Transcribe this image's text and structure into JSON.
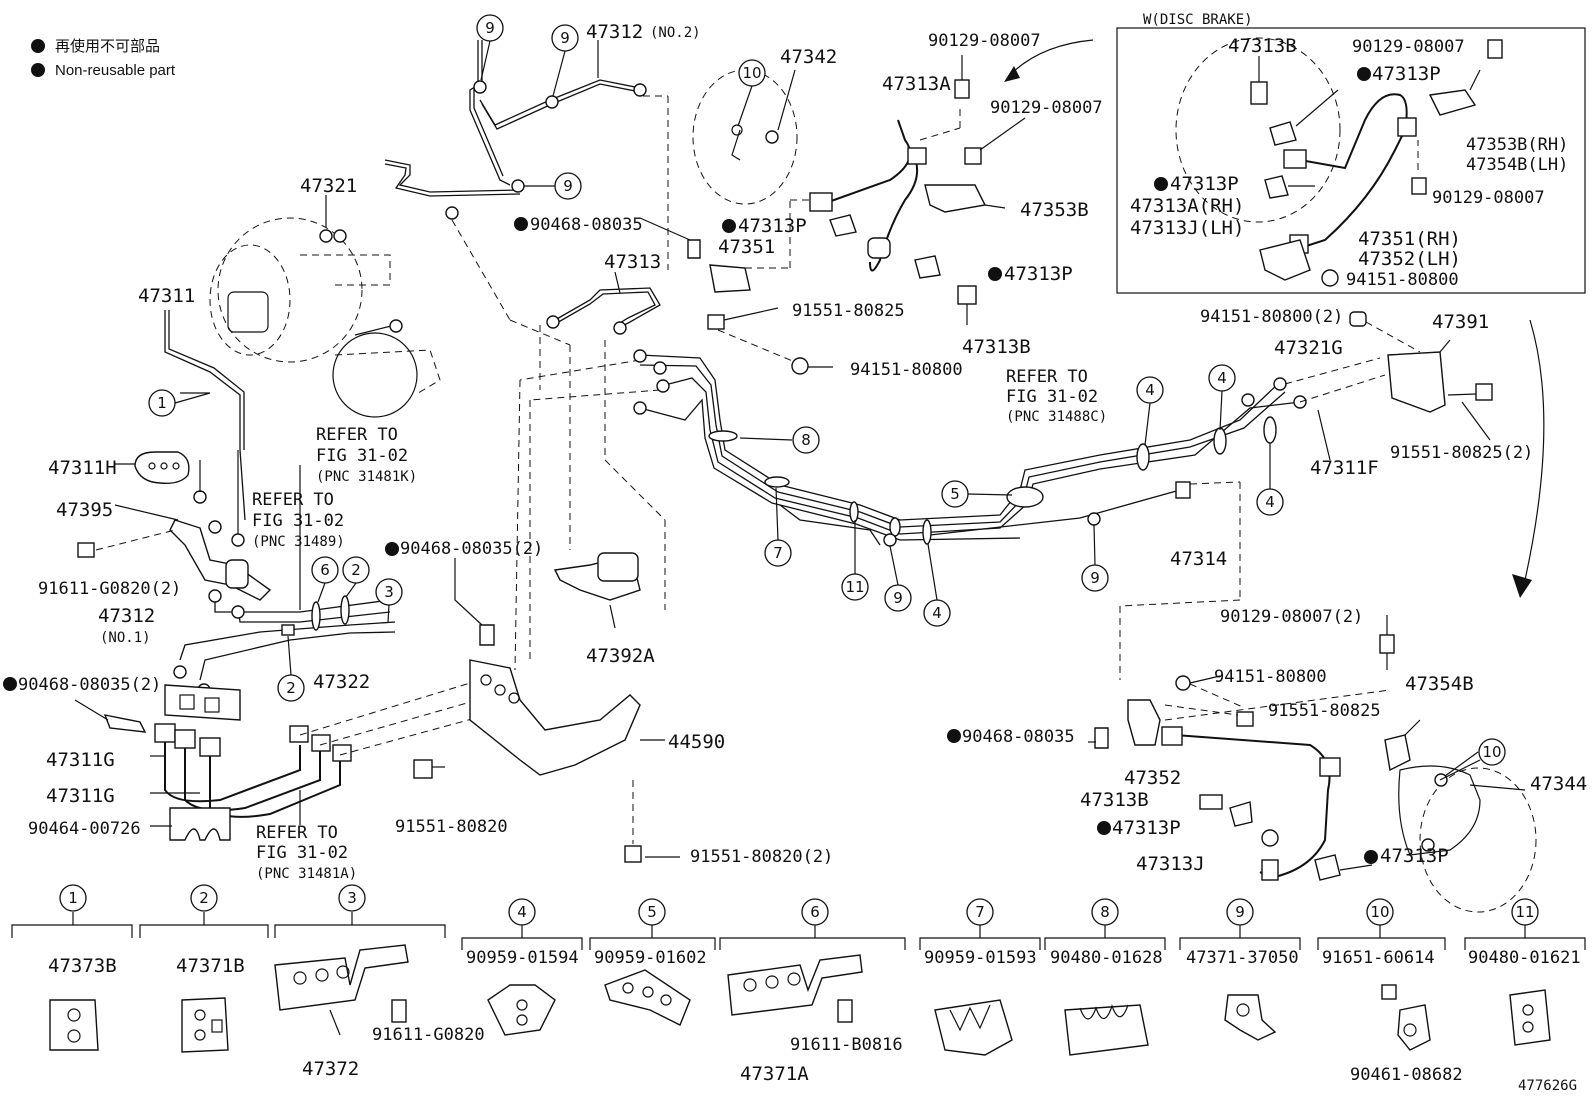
{
  "legend": {
    "line1": "再使用不可部品",
    "line2": "Non-reusable part"
  },
  "callouts": [
    {
      "id": "c_47312_no2",
      "text": "47312"
    },
    {
      "id": "c_47312_no2_sub",
      "text": "(NO.2)"
    },
    {
      "id": "c_47342",
      "text": "47342"
    },
    {
      "id": "c_90129_a",
      "text": "90129-08007"
    },
    {
      "id": "c_47313A",
      "text": "47313A"
    },
    {
      "id": "c_90129_b",
      "text": "90129-08007"
    },
    {
      "id": "c_47321",
      "text": "47321"
    },
    {
      "id": "c_47311",
      "text": "47311"
    },
    {
      "id": "c_90468_a",
      "text": "90468-08035"
    },
    {
      "id": "c_47313P_a",
      "text": "47313P"
    },
    {
      "id": "c_47351",
      "text": "47351"
    },
    {
      "id": "c_47353B",
      "text": "47353B"
    },
    {
      "id": "c_47313",
      "text": "47313"
    },
    {
      "id": "c_47313P_b",
      "text": "47313P"
    },
    {
      "id": "c_91551_a",
      "text": "91551-80825"
    },
    {
      "id": "c_47313B_a",
      "text": "47313B"
    },
    {
      "id": "c_94151_a",
      "text": "94151-80800"
    },
    {
      "id": "c_refer1a",
      "text": "REFER TO"
    },
    {
      "id": "c_refer1b",
      "text": "FIG 31-02"
    },
    {
      "id": "c_refer1c",
      "text": "(PNC 31481K)"
    },
    {
      "id": "c_47311H",
      "text": "47311H"
    },
    {
      "id": "c_47395",
      "text": "47395"
    },
    {
      "id": "c_refer2a",
      "text": "REFER TO"
    },
    {
      "id": "c_refer2b",
      "text": "FIG 31-02"
    },
    {
      "id": "c_refer2c",
      "text": "(PNC 31489)"
    },
    {
      "id": "c_91611",
      "text": "91611-G0820(2)"
    },
    {
      "id": "c_47312_no1",
      "text": "47312"
    },
    {
      "id": "c_47312_no1_sub",
      "text": "(NO.1)"
    },
    {
      "id": "c_47322",
      "text": "47322"
    },
    {
      "id": "c_90468_b",
      "text": "90468-08035(2)"
    },
    {
      "id": "c_90468_c",
      "text": "90468-08035(2)"
    },
    {
      "id": "c_47311G_a",
      "text": "47311G"
    },
    {
      "id": "c_47311G_b",
      "text": "47311G"
    },
    {
      "id": "c_90464",
      "text": "90464-00726"
    },
    {
      "id": "c_refer3a",
      "text": "REFER TO"
    },
    {
      "id": "c_refer3b",
      "text": "FIG 31-02"
    },
    {
      "id": "c_refer3c",
      "text": "(PNC 31481A)"
    },
    {
      "id": "c_91551_b",
      "text": "91551-80820"
    },
    {
      "id": "c_91551_c",
      "text": "91551-80820(2)"
    },
    {
      "id": "c_47392A",
      "text": "47392A"
    },
    {
      "id": "c_44590",
      "text": "44590"
    },
    {
      "id": "c_refer4a",
      "text": "REFER TO"
    },
    {
      "id": "c_refer4b",
      "text": "FIG 31-02"
    },
    {
      "id": "c_refer4c",
      "text": "(PNC 31488C)"
    },
    {
      "id": "c_94151_b",
      "text": "94151-80800(2)"
    },
    {
      "id": "c_47391",
      "text": "47391"
    },
    {
      "id": "c_47321G",
      "text": "47321G"
    },
    {
      "id": "c_91551_d",
      "text": "91551-80825(2)"
    },
    {
      "id": "c_47311F",
      "text": "47311F"
    },
    {
      "id": "c_47314",
      "text": "47314"
    },
    {
      "id": "c_90129_c",
      "text": "90129-08007(2)"
    },
    {
      "id": "c_94151_c",
      "text": "94151-80800"
    },
    {
      "id": "c_91551_e",
      "text": "91551-80825"
    },
    {
      "id": "c_47354B",
      "text": "47354B"
    },
    {
      "id": "c_90468_d",
      "text": "90468-08035"
    },
    {
      "id": "c_47352",
      "text": "47352"
    },
    {
      "id": "c_47313B_b",
      "text": "47313B"
    },
    {
      "id": "c_47313P_c",
      "text": "47313P"
    },
    {
      "id": "c_47313J",
      "text": "47313J"
    },
    {
      "id": "c_47313P_d",
      "text": "47313P"
    },
    {
      "id": "c_47344",
      "text": "47344"
    },
    {
      "id": "c_disc_title",
      "text": "W(DISC BRAKE)"
    },
    {
      "id": "c_d_47313B",
      "text": "47313B"
    },
    {
      "id": "c_d_90129_a",
      "text": "90129-08007"
    },
    {
      "id": "c_d_47313P_a",
      "text": "47313P"
    },
    {
      "id": "c_d_47353B",
      "text": "47353B(RH)"
    },
    {
      "id": "c_d_47354B",
      "text": "47354B(LH)"
    },
    {
      "id": "c_d_47313P_b",
      "text": "47313P"
    },
    {
      "id": "c_d_90129_b",
      "text": "90129-08007"
    },
    {
      "id": "c_d_47313A",
      "text": "47313A(RH)"
    },
    {
      "id": "c_d_47313J",
      "text": "47313J(LH)"
    },
    {
      "id": "c_d_47351",
      "text": "47351(RH)"
    },
    {
      "id": "c_d_47352",
      "text": "47352(LH)"
    },
    {
      "id": "c_d_94151",
      "text": "94151-80800"
    }
  ],
  "circle_markers": [
    {
      "id": "m1",
      "num": "1"
    },
    {
      "id": "m2a",
      "num": "2"
    },
    {
      "id": "m2b",
      "num": "2"
    },
    {
      "id": "m3",
      "num": "3"
    },
    {
      "id": "m4a",
      "num": "4"
    },
    {
      "id": "m4b",
      "num": "4"
    },
    {
      "id": "m4c",
      "num": "4"
    },
    {
      "id": "m4d",
      "num": "4"
    },
    {
      "id": "m5",
      "num": "5"
    },
    {
      "id": "m6",
      "num": "6"
    },
    {
      "id": "m7",
      "num": "7"
    },
    {
      "id": "m8",
      "num": "8"
    },
    {
      "id": "m9a",
      "num": "9"
    },
    {
      "id": "m9b",
      "num": "9"
    },
    {
      "id": "m9c",
      "num": "9"
    },
    {
      "id": "m9d",
      "num": "9"
    },
    {
      "id": "m9e",
      "num": "9"
    },
    {
      "id": "m10a",
      "num": "10"
    },
    {
      "id": "m10b",
      "num": "10"
    },
    {
      "id": "m11",
      "num": "11"
    }
  ],
  "clamp_table": [
    {
      "num": "1",
      "parts": [
        "47373B"
      ]
    },
    {
      "num": "2",
      "parts": [
        "47371B"
      ]
    },
    {
      "num": "3",
      "parts": [
        "47372",
        "91611-G0820"
      ]
    },
    {
      "num": "4",
      "parts": [
        "90959-01594"
      ]
    },
    {
      "num": "5",
      "parts": [
        "90959-01602"
      ]
    },
    {
      "num": "6",
      "parts": [
        "47371A",
        "91611-B0816"
      ]
    },
    {
      "num": "7",
      "parts": [
        "90959-01593"
      ]
    },
    {
      "num": "8",
      "parts": [
        "90480-01628"
      ]
    },
    {
      "num": "9",
      "parts": [
        "47371-37050"
      ]
    },
    {
      "num": "10",
      "parts": [
        "91651-60614",
        "90461-08682"
      ]
    },
    {
      "num": "11",
      "parts": [
        "90480-01621"
      ]
    }
  ],
  "figure_id": "477626G"
}
